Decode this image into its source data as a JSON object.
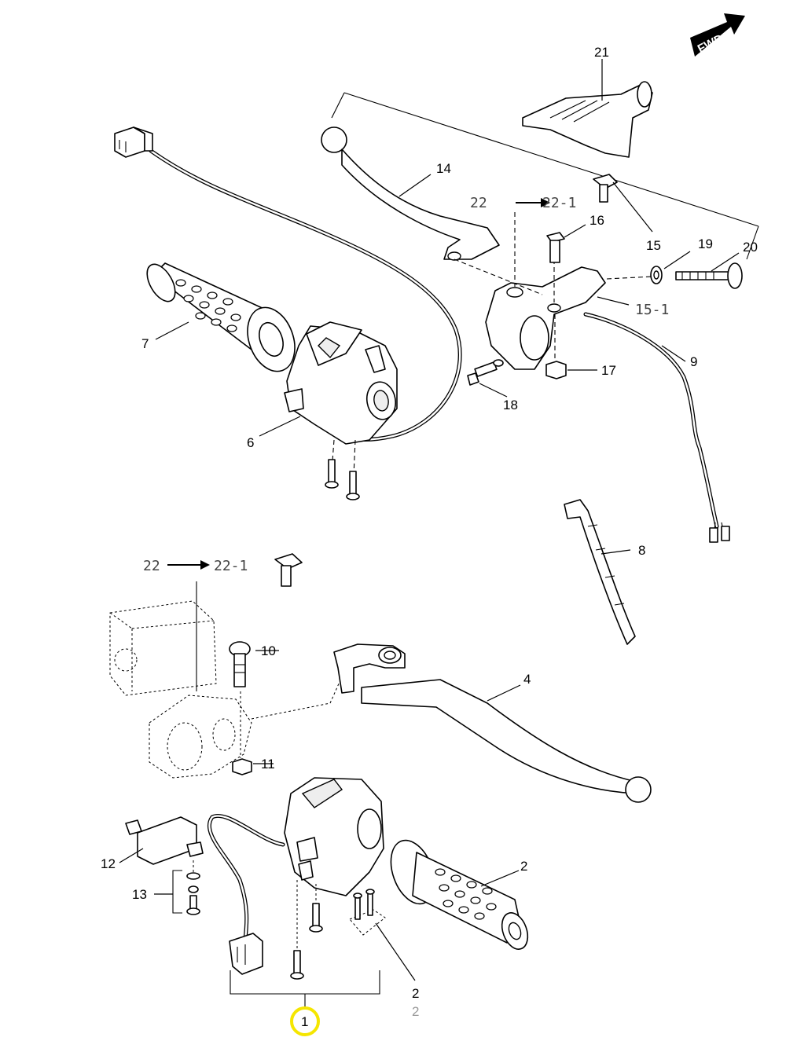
{
  "badge": {
    "text": "FWD"
  },
  "callouts": {
    "c1": "1",
    "c2a": "2",
    "c2b": "2",
    "c2c": "2",
    "c4": "4",
    "c6": "6",
    "c7": "7",
    "c8": "8",
    "c9": "9",
    "c10": "10",
    "c11": "11",
    "c12": "12",
    "c13": "13",
    "c14": "14",
    "c15": "15",
    "c15_1": "15-1",
    "c16": "16",
    "c17": "17",
    "c18": "18",
    "c19": "19",
    "c20": "20",
    "c21": "21",
    "c22_top": "22",
    "c22_1_top": "22-1",
    "c22_mid": "22",
    "c22_1_mid": "22-1"
  },
  "colors": {
    "highlight": "#f5e600",
    "ink": "#000000"
  }
}
